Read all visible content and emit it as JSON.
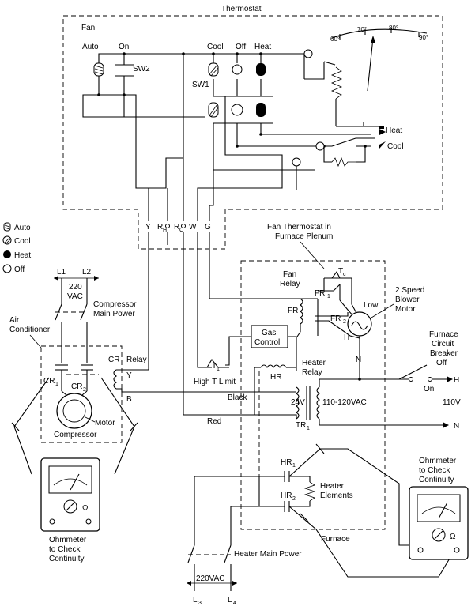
{
  "thermostat": {
    "title": "Thermostat",
    "fan_label": "Fan",
    "auto": "Auto",
    "on": "On",
    "sw2": "SW2",
    "cool": "Cool",
    "off": "Off",
    "heat": "Heat",
    "sw1": "SW1",
    "scale": [
      "60°",
      "70°",
      "80°",
      "90°"
    ],
    "heat_arrow": "Heat",
    "cool_arrow": "Cool",
    "terminals": [
      "Y",
      "R",
      "R",
      "W",
      "G"
    ],
    "terminal_subs": [
      "",
      "H",
      "C",
      "",
      ""
    ]
  },
  "legend": [
    {
      "symbol": "auto",
      "label": "Auto"
    },
    {
      "symbol": "cool",
      "label": "Cool"
    },
    {
      "symbol": "heat",
      "label": "Heat"
    },
    {
      "symbol": "off",
      "label": "Off"
    }
  ],
  "air_conditioner": {
    "l1": "L1",
    "l2": "L2",
    "voltage_top": "220",
    "voltage_bottom": "VAC",
    "main_power_1": "Compressor",
    "main_power_2": "Main Power",
    "title_1": "Air",
    "title_2": "Conditioner",
    "cr": "CR",
    "relay": "Relay",
    "y": "Y",
    "b": "B",
    "cr1": "CR",
    "cr1_sub": "1",
    "cr2": "CR",
    "cr2_sub": "2",
    "motor": "Motor",
    "compressor": "Compressor"
  },
  "ohmmeter_left": {
    "symbol": "Ω",
    "caption": [
      "Ohmmeter",
      "to Check",
      "Continuity"
    ]
  },
  "furnace": {
    "fan_thermostat": [
      "Fan Thermostat in",
      "Furnace Plenum"
    ],
    "tc": "T",
    "tc_sub": "c",
    "fan_relay": [
      "Fan",
      "Relay"
    ],
    "fr1": "FR",
    "fr1_sub": "1",
    "fr": "FR",
    "fr2": "FR",
    "fr2_sub": "2",
    "low": "Low",
    "h": "H",
    "n": "N",
    "blower": [
      "2 Speed",
      "Blower",
      "Motor"
    ],
    "gas_control": [
      "Gas",
      "Control"
    ],
    "t1": "T",
    "t1_sub": "1",
    "high_limit": "High T Limit",
    "hr": "HR",
    "heater_relay": [
      "Heater",
      "Relay"
    ],
    "black": "Black",
    "red": "Red",
    "v24": "24V",
    "v110": "110-120VAC",
    "tr1": "TR",
    "tr1_sub": "1",
    "hr1": "HR",
    "hr1_sub": "1",
    "hr2": "HR",
    "hr2_sub": "2",
    "heater_elements": [
      "Heater",
      "Elements"
    ],
    "title": "Furnace"
  },
  "breaker": {
    "label": [
      "Furnace",
      "Circuit",
      "Breaker",
      "Off"
    ],
    "on": "On",
    "h": "H",
    "v110": "110V",
    "n": "N"
  },
  "ohmmeter_right": {
    "symbol": "Ω",
    "caption": [
      "Ohmmeter",
      "to Check",
      "Continuity"
    ]
  },
  "heater_power": {
    "label": "Heater Main Power",
    "voltage": "220VAC",
    "l3": "L",
    "l3_sub": "3",
    "l4": "L",
    "l4_sub": "4"
  }
}
